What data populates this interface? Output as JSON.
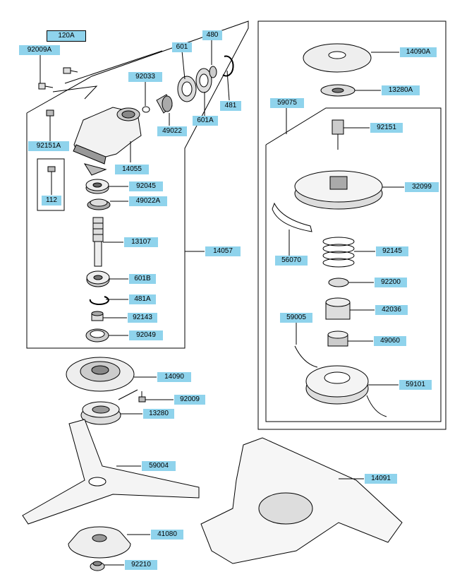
{
  "labels": {
    "p120A": "120A",
    "p92009A": "92009A",
    "p601": "601",
    "p480": "480",
    "p92033": "92033",
    "p481": "481",
    "p49022": "49022",
    "p601A": "601A",
    "p92151A": "92151A",
    "p14055": "14055",
    "p112": "112",
    "p92045": "92045",
    "p49022A": "49022A",
    "p13107": "13107",
    "p14057": "14057",
    "p601B": "601B",
    "p481A": "481A",
    "p92143": "92143",
    "p92049": "92049",
    "p14090": "14090",
    "p92009": "92009",
    "p13280": "13280",
    "p14090A": "14090A",
    "p13280A": "13280A",
    "p59075": "59075",
    "p92151": "92151",
    "p32099": "32099",
    "p56070": "56070",
    "p92145": "92145",
    "p92200": "92200",
    "p42036": "42036",
    "p59005": "59005",
    "p49060": "49060",
    "p59101": "59101",
    "p59004": "59004",
    "p14091": "14091",
    "p41080": "41080",
    "p92210": "92210"
  },
  "colors": {
    "label_fill": "#8fd3ec",
    "line": "#000000"
  }
}
